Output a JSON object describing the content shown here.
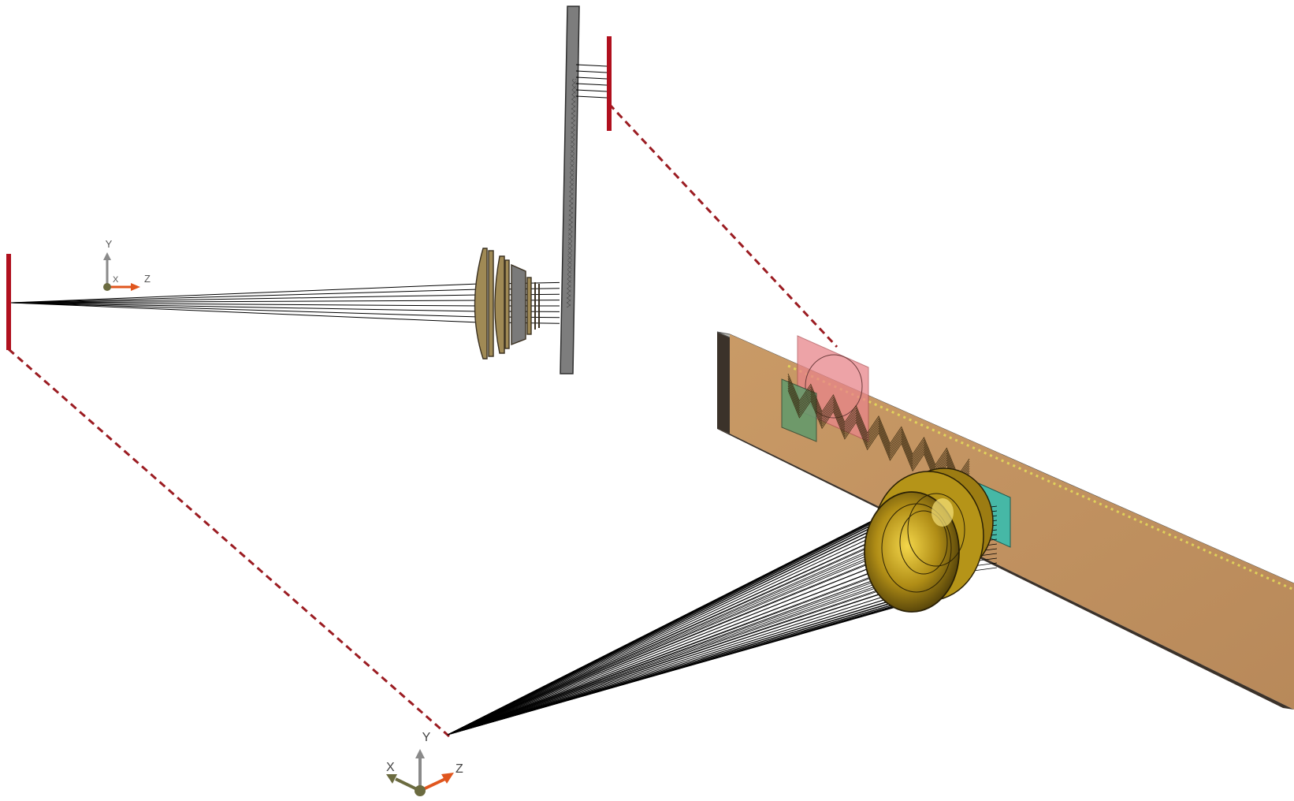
{
  "colors": {
    "detector": "#b0101e",
    "leader": "#9b1c22",
    "ray": "#000000",
    "lens_fill": "#a08a55",
    "lens_stroke": "#3a3020",
    "plate_fill": "#7d7d7d",
    "plate_stroke": "#2e2e2e",
    "slab_front": "#c39360",
    "slab_side": "#3b322a",
    "slab_top": "#bdbdb5",
    "bright_yellow": "#e8e25a",
    "element_gold": "#b59418",
    "patch_pink": "#e8858a",
    "patch_green": "#5f9a6c",
    "patch_teal": "#46b8a6",
    "axis_x": "#6b6b40",
    "axis_y": "#8a8a8a",
    "axis_z": "#e0561e"
  },
  "side_view": {
    "axis_triad": {
      "y_label": "Y",
      "x_label": "X",
      "z_label": "Z",
      "icon": "axis-triad-icon"
    }
  },
  "iso_view": {
    "axis_triad": {
      "y_label": "Y",
      "x_label": "X",
      "z_label": "Z",
      "icon": "axis-triad-icon"
    }
  }
}
